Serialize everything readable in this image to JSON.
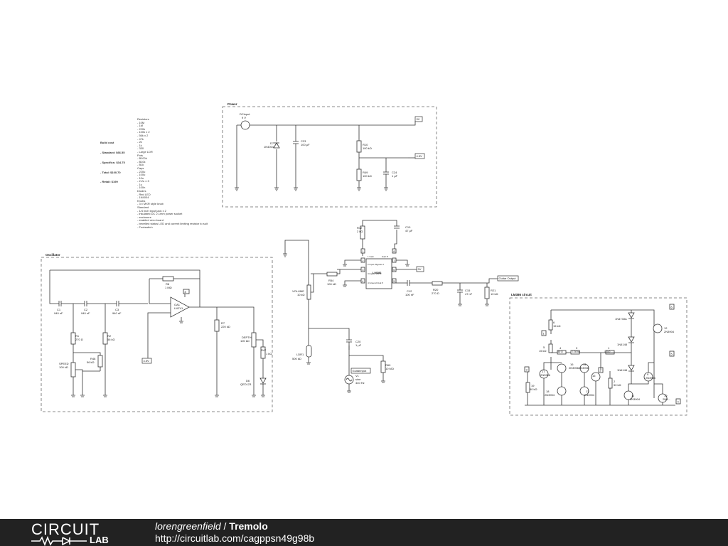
{
  "sections": {
    "power": "Power",
    "oscillator": "Oscillator",
    "lm386": "LM386 circuit"
  },
  "notes": {
    "cost_title": "Build cost",
    "cost_lines": [
      "- Standard: $66.55",
      "- Specifics: $34.75",
      "- Total: $100.70",
      "- Retail: $199"
    ],
    "parts": [
      "Resistors",
      "- 10M",
      "- 1M",
      "- 220k",
      "- 100k x 2",
      "- 56k x 2",
      "- 47k",
      "- 2k",
      "- 1k",
      "- 330",
      "- Large LDR",
      "Pots",
      "- B100k",
      "- B10k",
      "- B1k",
      "Caps",
      "- 220u",
      "- 100u",
      "- 10u",
      "- 2.2u x 3",
      "- 1u",
      "- 100n",
      "Diodes",
      "- Red LED",
      "- 1N4004",
      "Knobs",
      "- 3 x MXR style knob",
      "Standard",
      "- 1/4 inch input jack x 2",
      "- insulated DC 2.1mm power socket",
      "- enclosure",
      "- enabled vero board",
      "- bevelled status LED and current limiting resistor to suit",
      "- Footswitch"
    ]
  },
  "components": {
    "dcinput": [
      "DCinput",
      "9 V"
    ],
    "d7": [
      "D7",
      "1N4004"
    ],
    "c23": [
      "C23",
      "100 µF"
    ],
    "r10": [
      "R10",
      "100 kΩ"
    ],
    "r49": [
      "R49",
      "100 kΩ"
    ],
    "c24": [
      "C24",
      "1 µF"
    ],
    "r12": [
      "R12",
      "2 kΩ"
    ],
    "c10": [
      "C10",
      "47 µF"
    ],
    "lm386": "LM386",
    "lm386_pins": [
      "1 Gain",
      "2 Input- Bypass 7",
      "3 Input+ Vcc 6",
      "4 Ground  Vout 5",
      "Gain 8"
    ],
    "r54": [
      "R54",
      "100 kΩ"
    ],
    "c12": [
      "C12",
      "100 nF"
    ],
    "r20": [
      "R20",
      "270 Ω"
    ],
    "c15": [
      "C15",
      "47 nF"
    ],
    "r21": [
      "R21",
      "10 kΩ"
    ],
    "volume": [
      "VOLUME",
      "10 kΩ"
    ],
    "ldr1": [
      "LDR1",
      "500 kΩ"
    ],
    "c20": [
      "C20",
      "1 µF"
    ],
    "r60": [
      "R60",
      "10 MΩ"
    ],
    "v1": [
      "V1",
      "sine",
      "440 Hz"
    ],
    "c1": [
      "C1",
      "940 nF"
    ],
    "c2": [
      "C2",
      "940 nF"
    ],
    "c3": [
      "C3",
      "940 nF"
    ],
    "r8": [
      "R8",
      "1 MΩ"
    ],
    "oa1": [
      "OA1",
      "LM741"
    ],
    "r1": [
      "R1",
      "270 Ω"
    ],
    "r2": [
      "R2",
      "56 kΩ"
    ],
    "r48": [
      "R48",
      "56 kΩ"
    ],
    "speed": [
      "SPEED",
      "100 kΩ"
    ],
    "r7": [
      "R7",
      "220 kΩ"
    ],
    "depth": [
      "DEPTH",
      "100 kΩ"
    ],
    "r47": [
      "R47",
      "1 kΩ"
    ],
    "d6": [
      "D6",
      "QED123"
    ],
    "tr": {
      "r3": [
        "3",
        "1.36 kΩ"
      ],
      "r4": [
        "4",
        "160 Ω"
      ],
      "r5": [
        "5",
        "15 kΩ"
      ],
      "r6": [
        "6",
        "15 kΩ"
      ],
      "r1b": [
        "1",
        "15 kΩ"
      ],
      "r2b": [
        "2",
        "50 kΩ"
      ],
      "r19": [
        "19",
        "50 kΩ"
      ],
      "q12": [
        "12",
        "2N3904"
      ],
      "q16": [
        "16",
        "2N3906"
      ],
      "q17": [
        "17",
        "2N3906"
      ],
      "q14": [
        "14",
        "2N3906"
      ],
      "q15": [
        "15",
        ""
      ],
      "q18": [
        "18",
        "2N3904"
      ],
      "q13": [
        "13",
        "2N3904"
      ],
      "q11": [
        "11",
        "2N3904"
      ],
      "q9": [
        "9",
        "2N3906"
      ],
      "q10": [
        "10",
        "2N3..."
      ],
      "d1n4733": "1N4733A",
      "d1n4148a": "1N4148",
      "d1n4148b": "1N4148"
    }
  },
  "net_labels": {
    "v9": "9V",
    "v45": "4.5V",
    "v45_osc": "4.5V",
    "v9_out": "9V",
    "guitar_output": "Guitar Output",
    "guitar_input": "GuitarInput",
    "pins": [
      "1",
      "2",
      "3",
      "4",
      "5",
      "6",
      "7",
      "8"
    ],
    "lm_ports": [
      "1",
      "2",
      "3",
      "4",
      "5",
      "6",
      "7",
      "8"
    ]
  },
  "footer": {
    "logo_top": "CIRCUIT",
    "logo_bottom": "LAB",
    "user": "lorengreenfield",
    "separator": " / ",
    "project": "Tremolo",
    "url": "http://circuitlab.com/cagppsn49g98b"
  }
}
